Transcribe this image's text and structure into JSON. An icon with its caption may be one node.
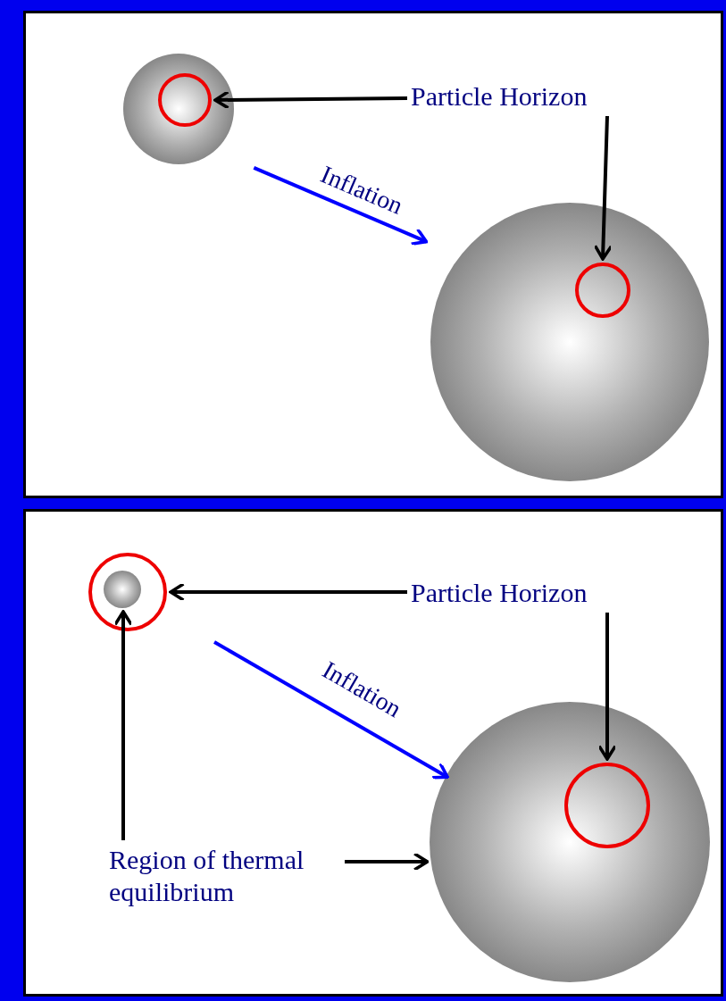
{
  "diagram": {
    "nodes": [
      {
        "text": [
          "Particle Horizon"
        ]
      },
      {
        "text": [],
        "shape": "circle"
      },
      {
        "text": [],
        "shape": "circle",
        "in": 1
      },
      {
        "text": [],
        "shape": "circle"
      },
      {
        "text": [],
        "shape": "circle",
        "in": 3
      },
      {
        "text": [
          "Particle Horizon"
        ]
      },
      {
        "text": [],
        "shape": "circle"
      },
      {
        "text": [],
        "shape": "circle",
        "in": 6
      },
      {
        "text": [],
        "shape": "circle"
      },
      {
        "text": [],
        "shape": "circle",
        "in": 8
      },
      {
        "text": [
          "Region of thermal equilibrium"
        ]
      }
    ],
    "edges": [
      {
        "from": 0,
        "to": 2,
        "arrow": "to"
      },
      {
        "from": 0,
        "to": 4,
        "arrow": "to"
      },
      {
        "from": 1,
        "to": 3,
        "arrow": "to",
        "label": "Inflation",
        "color": "#0000ff"
      },
      {
        "from": 5,
        "to": 6,
        "arrow": "to"
      },
      {
        "from": 5,
        "to": 9,
        "arrow": "to"
      },
      {
        "from": 6,
        "to": 8,
        "arrow": "to",
        "label": "Inflation",
        "color": "#0000ff"
      },
      {
        "from": 10,
        "to": 7,
        "arrow": "to"
      },
      {
        "from": 10,
        "to": 8,
        "arrow": "to"
      }
    ]
  }
}
